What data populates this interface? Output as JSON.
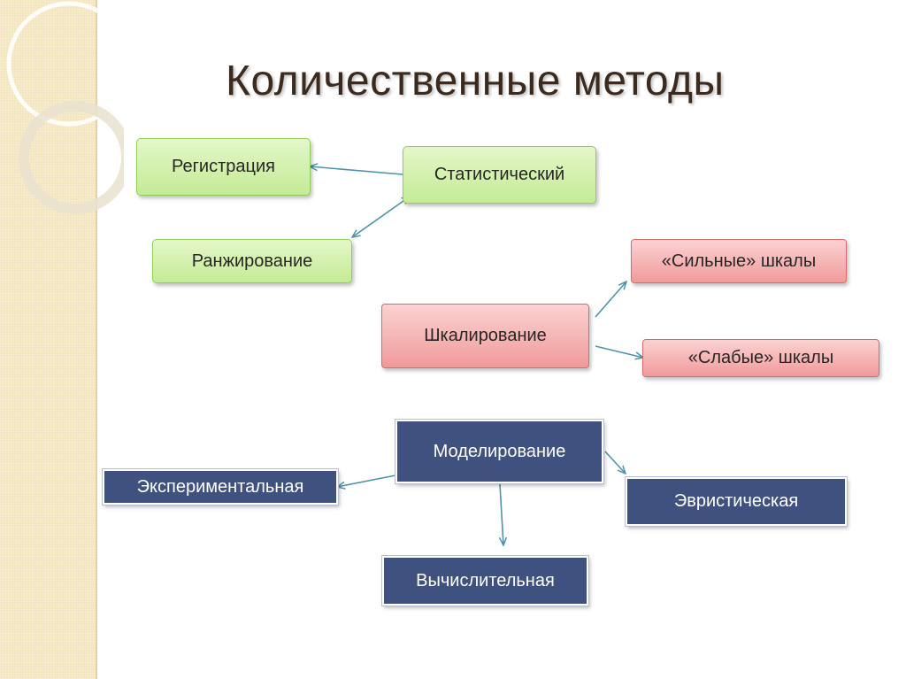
{
  "title": "Количественные методы",
  "colors": {
    "arrow": "#4e93a8",
    "green_fill": "#d6f2b0",
    "red_fill": "#f5b5b5",
    "navy_fill": "#3f517f"
  },
  "nodes": {
    "registration": "Регистрация",
    "statistical": "Статистический",
    "ranking": "Ранжирование",
    "scaling": "Шкалирование",
    "strong_scales": "«Сильные» шкалы",
    "weak_scales": "«Слабые»  шкалы",
    "modeling": "Моделирование",
    "experimental": "Экспериментальная",
    "heuristic": "Эвристическая",
    "computational": "Вычислительная"
  },
  "edges": [
    {
      "from": "statistical",
      "to": "registration"
    },
    {
      "from": "statistical",
      "to": "ranking",
      "bidirectional": true
    },
    {
      "from": "scaling",
      "to": "strong_scales"
    },
    {
      "from": "scaling",
      "to": "weak_scales"
    },
    {
      "from": "modeling",
      "to": "experimental"
    },
    {
      "from": "modeling",
      "to": "heuristic"
    },
    {
      "from": "modeling",
      "to": "computational"
    }
  ]
}
